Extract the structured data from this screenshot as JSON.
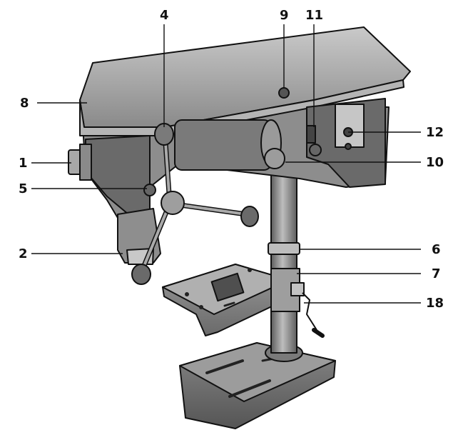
{
  "callouts": {
    "c1": "1",
    "c2": "2",
    "c4": "4",
    "c5": "5",
    "c6": "6",
    "c7": "7",
    "c8": "8",
    "c9": "9",
    "c10": "10",
    "c11": "11",
    "c12": "12",
    "c18": "18"
  },
  "colors": {
    "body_dark": "#6f6f6f",
    "body_mid": "#a4a4a4",
    "body_light": "#d6d6d6",
    "outline": "#111111"
  }
}
